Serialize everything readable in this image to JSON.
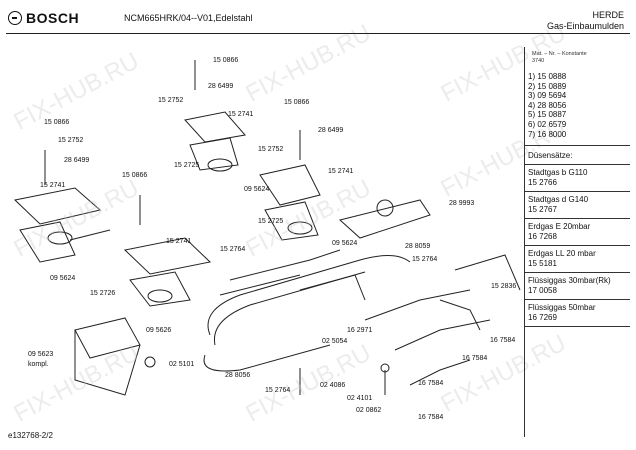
{
  "header": {
    "brand": "BOSCH",
    "model": "NCM665HRK/04--V01,Edelstahl",
    "category_line1": "HERDE",
    "category_line2": "Gas-Einbaumulden"
  },
  "parts_panel": {
    "head_line1": "Mat. – Nr. – Konstante",
    "head_line2": "3740",
    "parts": [
      "1) 15 0888",
      "2) 15 0889",
      "3) 09 5694",
      "4) 28 8056",
      "5) 15 0887",
      "6) 02 6579",
      "7) 16 8000"
    ],
    "nozzle_title": "Düsensätze:",
    "gas_sets": [
      {
        "name": "Stadtgas b G110",
        "number": "15 2766"
      },
      {
        "name": "Stadtgas d G140",
        "number": "15 2767"
      },
      {
        "name": "Erdgas E 20mbar",
        "number": "16 7268"
      },
      {
        "name": "Erdgas LL 20 mbar",
        "number": "15 5181"
      },
      {
        "name": "Flüssiggas 30mbar(Rk)",
        "number": "17 0058"
      },
      {
        "name": "Flüssiggas 50mbar",
        "number": "16 7269"
      }
    ]
  },
  "callouts": [
    "15 0866",
    "28 6499",
    "15 2752",
    "15 2741",
    "15 0866",
    "28 6499",
    "15 2752",
    "15 0866",
    "15 2725",
    "15 2741",
    "09 5624",
    "15 2741",
    "15 2752",
    "28 6499",
    "15 0866",
    "15 2725",
    "15 2741",
    "09 5624",
    "28 9993",
    "28 8059",
    "15 2764",
    "09 5624",
    "15 2764",
    "15 2726",
    "09 5626",
    "15 2836",
    "16 2971",
    "02 5054",
    "09 5623",
    "kompl.",
    "02 5101",
    "28 8056",
    "15 2764",
    "02 4086",
    "02 4101",
    "02 0862",
    "16 7584",
    "16 7584",
    "16 7584",
    "16 7584"
  ],
  "footer": "e132768-2/2",
  "watermark": "FIX-HUB.RU"
}
